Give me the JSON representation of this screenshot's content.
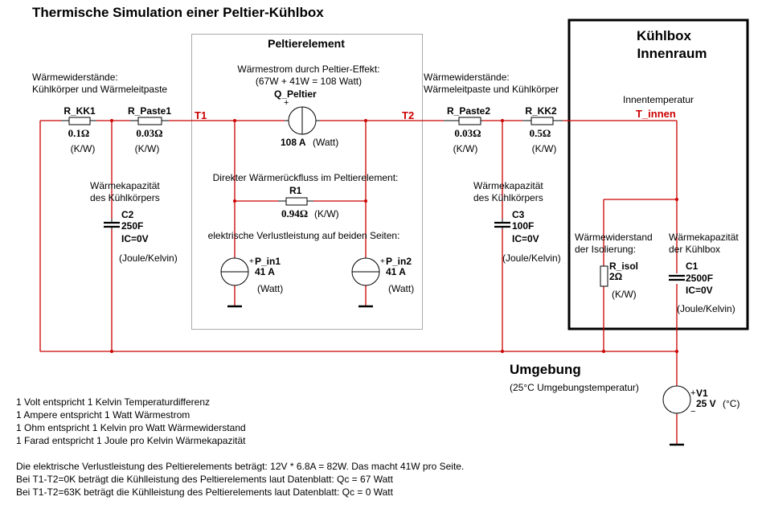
{
  "title": "Thermische Simulation einer Peltier-Kühlbox",
  "peltier_box": {
    "heading": "Peltierelement",
    "heatflow_desc_line1": "Wärmestrom durch Peltier-Effekt:",
    "heatflow_desc_line2": "(67W + 41W = 108 Watt)",
    "q_peltier": {
      "name": "Q_Peltier",
      "value": "108 A",
      "unit": "(Watt)",
      "polarity": "+"
    },
    "backflow_desc": "Direkter Wärmerückfluss im Peltierelement:",
    "r1": {
      "name": "R1",
      "value": "0.94Ω",
      "unit": "(K/W)"
    },
    "loss_desc": "elektrische Verlustleistung auf beiden Seiten:",
    "p_in1": {
      "name": "P_in1",
      "value": "41 A",
      "unit": "(Watt)",
      "polarity": "+"
    },
    "p_in2": {
      "name": "P_in2",
      "value": "41 A",
      "unit": "(Watt)",
      "polarity": "+"
    }
  },
  "left_side": {
    "resist_desc_line1": "Wärmewiderstände:",
    "resist_desc_line2": "Kühlkörper und Wärmeleitpaste",
    "r_kk1": {
      "name": "R_KK1",
      "value": "0.1Ω",
      "unit": "(K/W)"
    },
    "r_paste1": {
      "name": "R_Paste1",
      "value": "0.03Ω",
      "unit": "(K/W)"
    },
    "node_t1": "T1",
    "cap_desc_line1": "Wärmekapazität",
    "cap_desc_line2": "des Kühlkörpers",
    "c2": {
      "name": "C2",
      "value": "250F",
      "ic": "IC=0V",
      "unit": "(Joule/Kelvin)"
    }
  },
  "right_side": {
    "resist_desc_line1": "Wärmewiderstände:",
    "resist_desc_line2": "Wärmeleitpaste und Kühlkörper",
    "node_t2": "T2",
    "r_paste2": {
      "name": "R_Paste2",
      "value": "0.03Ω",
      "unit": "(K/W)"
    },
    "r_kk2": {
      "name": "R_KK2",
      "value": "0.5Ω",
      "unit": "(K/W)"
    },
    "cap_desc_line1": "Wärmekapazität",
    "cap_desc_line2": "des Kühlkörpers",
    "c3": {
      "name": "C3",
      "value": "100F",
      "ic": "IC=0V",
      "unit": "(Joule/Kelvin)"
    }
  },
  "coolbox": {
    "heading_line1": "Kühlbox",
    "heading_line2": "Innenraum",
    "inner_temp_label": "Innentemperatur",
    "node_t_innen": "T_innen",
    "isol_desc_line1": "Wärmewiderstand",
    "isol_desc_line2": "der Isolierung:",
    "r_isol": {
      "name": "R_isol",
      "value": "2Ω",
      "unit": "(K/W)"
    },
    "cap_desc_line1": "Wärmekapazität",
    "cap_desc_line2": "der Kühlbox",
    "c1": {
      "name": "C1",
      "value": "2500F",
      "ic": "IC=0V",
      "unit": "(Joule/Kelvin)"
    }
  },
  "ambient": {
    "heading": "Umgebung",
    "desc": "(25°C Umgebungstemperatur)",
    "v1": {
      "name": "V1",
      "value": "25 V",
      "unit": "(°C)",
      "plus": "+",
      "minus": "−"
    }
  },
  "legend_lines": [
    "1 Volt entspricht 1 Kelvin Temperaturdifferenz",
    "1 Ampere entspricht 1 Watt Wärmestrom",
    "1 Ohm entspricht 1 Kelvin pro Watt Wärmewiderstand",
    "1 Farad entspricht 1 Joule pro Kelvin Wärmekapazität"
  ],
  "notes": [
    "Die elektrische Verlustleistung des Peltierelements beträgt: 12V * 6.8A = 82W. Das macht 41W pro Seite.",
    "Bei T1-T2=0K beträgt die Kühlleistung des Peltierelements laut Datenblatt: Qc = 67 Watt",
    "Bei T1-T2=63K beträgt die Kühlleistung des Peltierelements laut Datenblatt: Qc = 0 Watt"
  ],
  "colors": {
    "wire": "#cc0000",
    "component": "#000000",
    "peltier_frame": "#aaaaaa",
    "box_frame": "#000000"
  }
}
